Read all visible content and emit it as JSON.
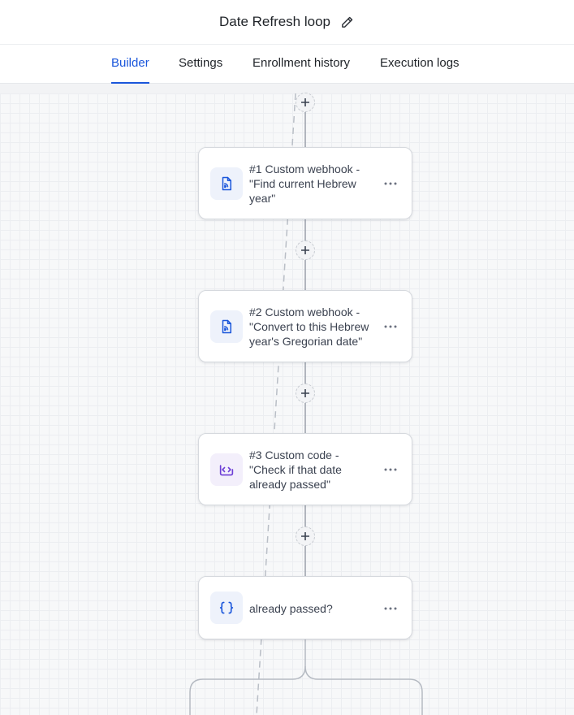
{
  "header": {
    "title": "Date Refresh loop",
    "edit_icon": "pencil-icon"
  },
  "tabs": [
    {
      "label": "Builder",
      "active": true
    },
    {
      "label": "Settings",
      "active": false
    },
    {
      "label": "Enrollment history",
      "active": false
    },
    {
      "label": "Execution logs",
      "active": false
    }
  ],
  "workflow": {
    "nodes": [
      {
        "lines": [
          "#1 Custom webhook -",
          "\"Find current Hebrew",
          "year\""
        ],
        "icon": "webhook-document-icon",
        "accent": "#1a56db"
      },
      {
        "lines": [
          "#2 Custom webhook -",
          "\"Convert to this Hebrew",
          "year's Gregorian date\""
        ],
        "icon": "webhook-document-icon",
        "accent": "#1a56db"
      },
      {
        "lines": [
          "#3 Custom code -",
          "\"Check if that date",
          "already passed\""
        ],
        "icon": "code-icon",
        "accent": "#6d3fd6"
      },
      {
        "lines": [
          "already passed?"
        ],
        "icon": "curly-braces-icon",
        "accent": "#1a56db"
      }
    ]
  },
  "colors": {
    "active_tab": "#1a56db",
    "connector": "#9aa1ab",
    "dashed_connector": "#b9bec6"
  }
}
